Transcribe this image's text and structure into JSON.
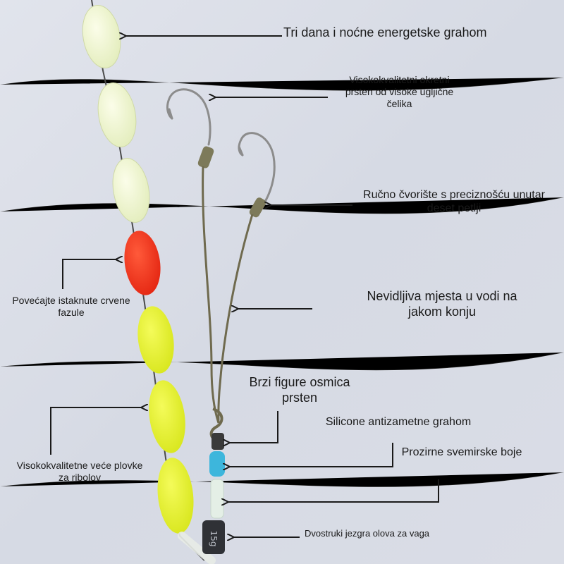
{
  "labels": {
    "energy_floats": "Tri dana i noćne energetske grahom",
    "swivel_ring": "Visokokvalitetni okretni prsten od visoke ugljične čelika",
    "hand_knot": "Ručno čvorište s preciznošću unutar deset petlji",
    "invisible_line": "Nevidljiva mjesta u vodi na jakom konju",
    "red_float": "Povećajte istaknute crvene fazule",
    "big_floats": "Visokokvalitetne veće plovke za ribolov",
    "figure_eight": "Brzi figure osmica prsten",
    "silicone_bead": "Silicone antizametne grahom",
    "transparent_sleeve": "Prozirne svemirske boje",
    "lead_core": "Dvostruki jezgra olova za vaga"
  },
  "sinker_text": "15g",
  "colors": {
    "background": "#d9dde6",
    "glow_float": "#eef5cf",
    "red_float": "#f2341c",
    "yellow_float": "#e9f531",
    "arrow": "#1a1a1a",
    "line": "#6f6a4e",
    "blue_bead": "#3db6dc",
    "hook": "#8c8c8c"
  }
}
